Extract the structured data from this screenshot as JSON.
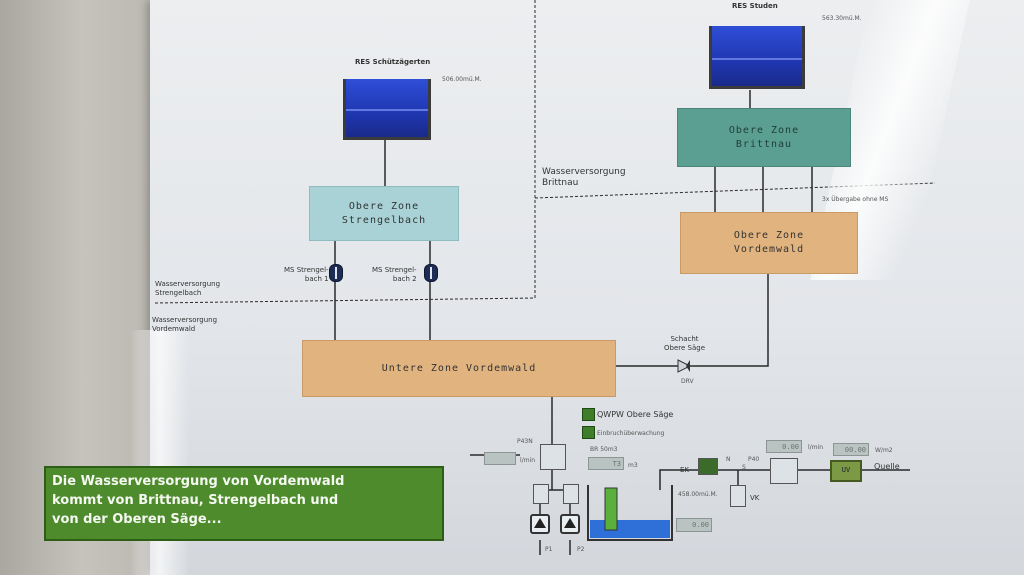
{
  "tanks": {
    "schuetzaegerten": {
      "name": "RES Schützägerten",
      "level": "506.00mü.M."
    },
    "studen": {
      "name": "RES Studen",
      "level": "563.30mü.M."
    }
  },
  "zones": {
    "obere_strengelbach": "Obere Zone\nStrengelbach",
    "obere_brittnau": "Obere Zone\nBrittnau",
    "obere_vordemwald": "Obere Zone\nVordemwald",
    "untere_vordemwald": "Untere Zone Vordemwald"
  },
  "labels": {
    "wv_brittnau": "Wasserversorgung\nBrittnau",
    "wv_strengelbach": "Wasserversorgung\nStrengelbach",
    "wv_vordemwald": "Wasserversorgung\nVordemwald",
    "ms_strengelbach_1": "MS Strengel-\nbach 1",
    "ms_strengelbach_2": "MS Strengel-\nbach 2",
    "uebergabe": "3x Übergabe ohne MS",
    "schacht": "Schacht\nObere Säge",
    "drv": "DRV",
    "qwpw": "QWPW Obere Säge",
    "einbruch": "Einbruchüberwachung",
    "p43n": "P43N",
    "br": "BR 50m3",
    "m3": "m3",
    "level_bottom": "458.00mü.M.",
    "ek": "EK",
    "vk": "VK",
    "p40": "P40",
    "quelle": "Quelle",
    "uv": "UV",
    "wm2": "W/m2",
    "lmin1": "l/min",
    "lmin2": "l/min",
    "p1": "P1",
    "p2": "P2",
    "n": "N",
    "s": "S"
  },
  "displays": {
    "d1": "",
    "d2": "T3",
    "d3": "0.00",
    "d4": "00.00",
    "d5": "0.00"
  },
  "caption": {
    "line1": "Die Wasserversorgung von Vordemwald",
    "line2": "kommt von Brittnau, Strengelbach und",
    "line3": "von der Oberen Säge..."
  },
  "colors": {
    "tank_water": "#2f4fd8",
    "zone_teal": "#5b9e92",
    "zone_light_teal": "#a9d2d6",
    "zone_orange": "#e0b37f",
    "caption_green": "#4d8b2d"
  }
}
